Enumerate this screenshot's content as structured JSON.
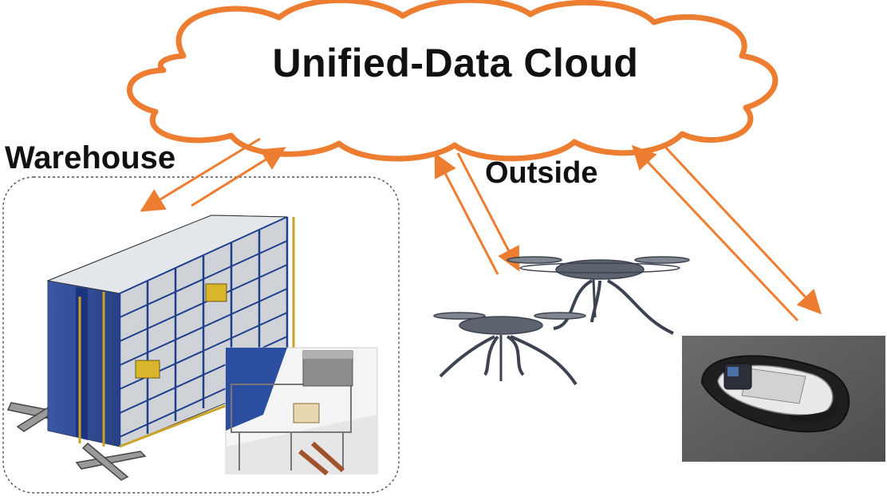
{
  "cloud": {
    "title": "Unified-Data Cloud"
  },
  "warehouse": {
    "label": "Warehouse"
  },
  "outside": {
    "label": "Outside"
  },
  "colors": {
    "accent": "#ED7D31",
    "rack_blue": "#1F3E8C",
    "rack_yellow": "#C9A227",
    "hovercraft_bg": "#5A5A5A"
  },
  "icons": [
    "cloud-icon",
    "warehouse-rack-icon",
    "conveyor-station-icon",
    "drone-icon",
    "hovercraft-robot-icon"
  ]
}
